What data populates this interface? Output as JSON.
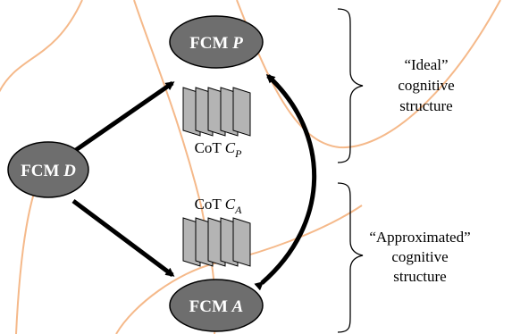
{
  "nodes": {
    "p": {
      "prefix": "FCM",
      "var": "P"
    },
    "d": {
      "prefix": "FCM",
      "var": "D"
    },
    "a": {
      "prefix": "FCM",
      "var": "A"
    }
  },
  "cot_p": {
    "prefix": "CoT",
    "var": "C",
    "sub": "P"
  },
  "cot_a": {
    "prefix": "CoT",
    "var": "C",
    "sub": "A"
  },
  "ideal": {
    "line1": "“Ideal”",
    "line2": "cognitive",
    "line3": "structure"
  },
  "approx": {
    "line1": "“Approximated”",
    "line2": "cognitive",
    "line3": "structure"
  },
  "colors": {
    "node_fill": "#6e6e6e",
    "node_stroke": "#000000",
    "card_fill": "#b4b4b4",
    "curve": "#f5b98a",
    "arrow": "#000000"
  }
}
